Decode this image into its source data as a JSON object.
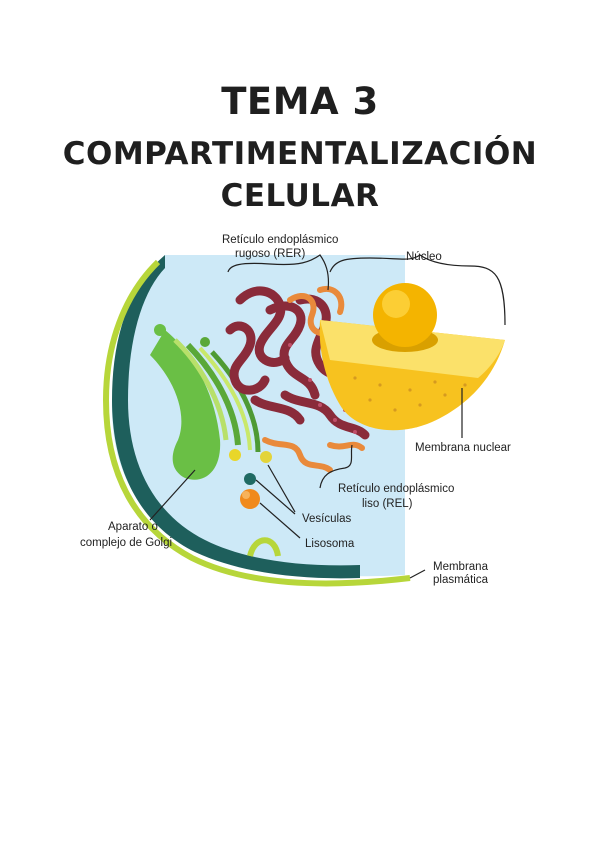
{
  "title": {
    "line1": "TEMA 3",
    "line2": "COMPARTIMENTALIZACIÓN",
    "line3": "CELULAR"
  },
  "diagram": {
    "labels": {
      "rer_line1": "Retículo endoplásmico",
      "rer_line2": "rugoso (RER)",
      "nucleus": "Núcleo",
      "nuclear_membrane": "Membrana nuclear",
      "rel_line1": "Retículo endoplásmico",
      "rel_line2": "liso (REL)",
      "vesicles": "Vesículas",
      "lysosome": "Lisosoma",
      "golgi_line1": "Aparato o",
      "golgi_line2": "complejo de Golgi",
      "plasma_membrane_line1": "Membrana",
      "plasma_membrane_line2": "plasmática"
    },
    "colors": {
      "cytoplasm": "#cde9f7",
      "membrane_outer": "#1e5f5c",
      "membrane_green": "#8bc43f",
      "golgi": "#6abf45",
      "rer": "#8a2b3a",
      "rel": "#e98a3b",
      "nucleus": "#f7c21f",
      "nucleolus": "#f4b400",
      "lysosome": "#f08a1c",
      "vesicle": "#1f6a63"
    }
  }
}
